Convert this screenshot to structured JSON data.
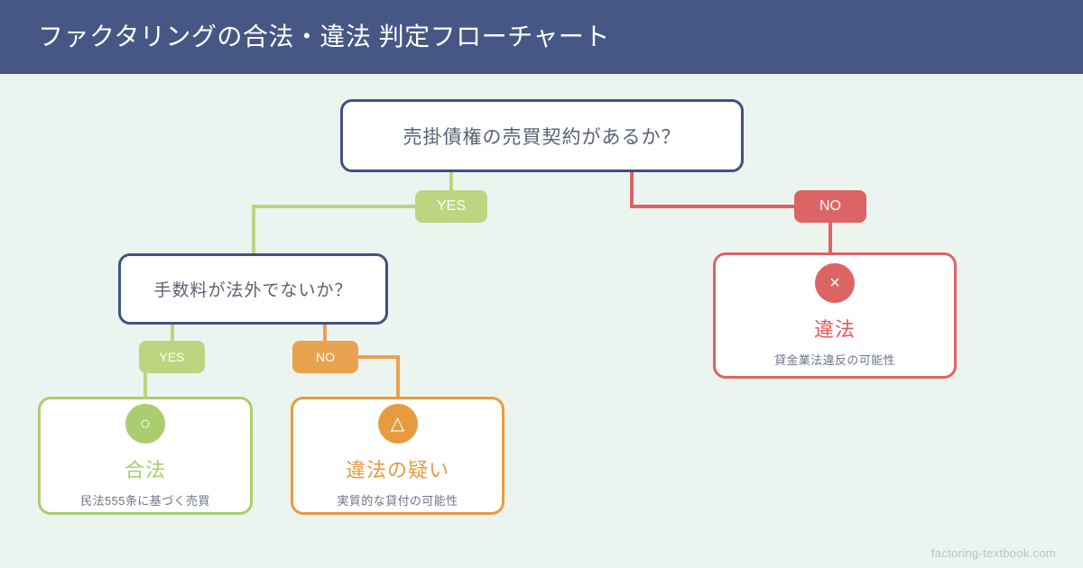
{
  "header": {
    "title": "ファクタリングの合法・違法 判定フローチャート",
    "background_color": "#465786"
  },
  "canvas": {
    "background_color": "#ecf4ef"
  },
  "flow": {
    "decisions": [
      {
        "id": "root",
        "question": "売掛債権の売買契約があるか？",
        "border_color": "#415280"
      },
      {
        "id": "fee",
        "question": "手数料が法外でないか？",
        "border_color": "#415280"
      }
    ],
    "edges": [
      {
        "id": "root-yes",
        "label": "YES",
        "color": "#bdd580"
      },
      {
        "id": "root-no",
        "label": "NO",
        "color": "#dd6465"
      },
      {
        "id": "fee-yes",
        "label": "YES",
        "color": "#bdd580"
      },
      {
        "id": "fee-no",
        "label": "NO",
        "color": "#e9a250"
      }
    ],
    "results": [
      {
        "id": "legal",
        "icon": "circle-ok-icon",
        "icon_glyph": "○",
        "title": "合法",
        "subtitle": "民法555条に基づく売買",
        "color": "#aacd6f"
      },
      {
        "id": "suspect",
        "icon": "triangle-warning-icon",
        "icon_glyph": "△",
        "title": "違法の疑い",
        "subtitle": "実質的な貸付の可能性",
        "color": "#e69c3e"
      },
      {
        "id": "illegal",
        "icon": "cross-ng-icon",
        "icon_glyph": "×",
        "title": "違法",
        "subtitle": "貸金業法違反の可能性",
        "color": "#dd6465"
      }
    ]
  },
  "footer": {
    "credit": "factoring-textbook.com"
  }
}
